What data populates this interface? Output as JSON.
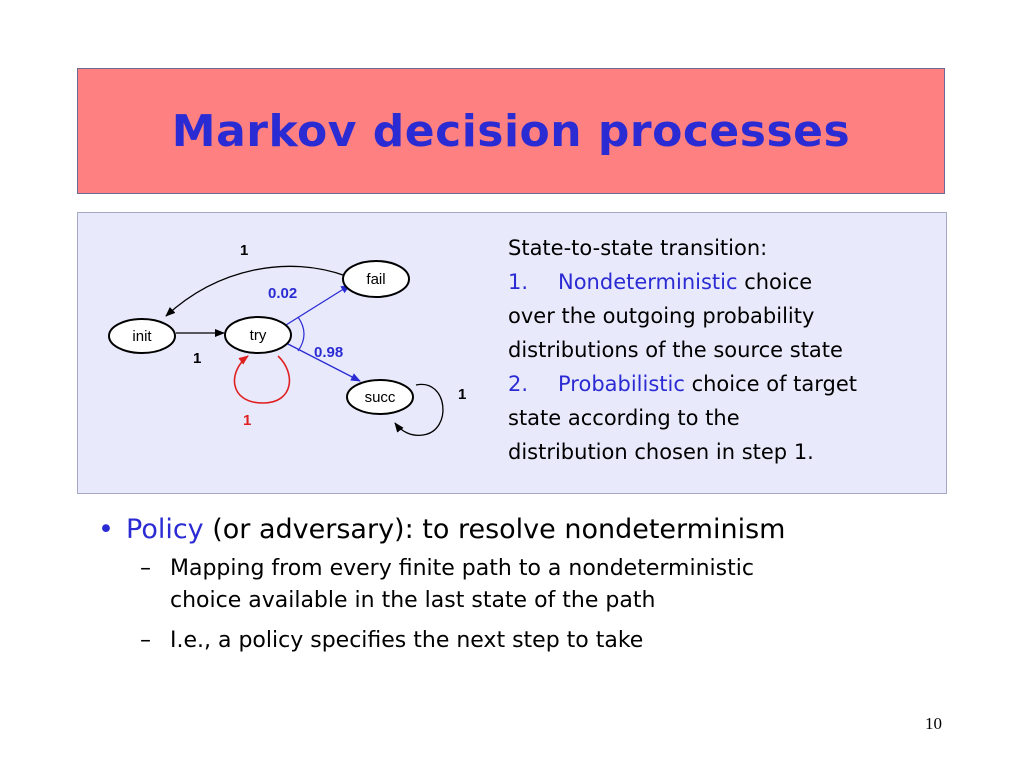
{
  "slide": {
    "title": "Markov decision processes",
    "page_number": "10"
  },
  "diagram": {
    "nodes": {
      "init": "init",
      "try": "try",
      "fail": "fail",
      "succ": "succ"
    },
    "edges": {
      "fail_to_init": "1",
      "init_to_try": "1",
      "try_to_fail": "0.02",
      "try_to_succ": "0.98",
      "try_self": "1",
      "succ_self": "1"
    },
    "colors": {
      "distribution_blue": "#2b2bd4",
      "self_loop_red": "#e02020",
      "black": "#000000"
    }
  },
  "description": {
    "heading": "State-to-state transition:",
    "item1_num": "1.",
    "item1_term": "Nondeterministic",
    "item1_rest_a": " choice",
    "item1_line2": "over the outgoing probability",
    "item1_line3": "distributions of the source state",
    "item2_num": "2.",
    "item2_term": "Probabilistic",
    "item2_rest_a": " choice of target",
    "item2_line2": "state according to the",
    "item2_line3": "distribution chosen in step 1."
  },
  "bullets": {
    "main_term": "Policy",
    "main_rest": " (or adversary): to resolve nondeterminism",
    "sub1_line1": "Mapping from every finite path to a nondeterministic",
    "sub1_line2": "choice available in the last state of the path",
    "sub2": "I.e., a policy specifies the next step to take"
  }
}
